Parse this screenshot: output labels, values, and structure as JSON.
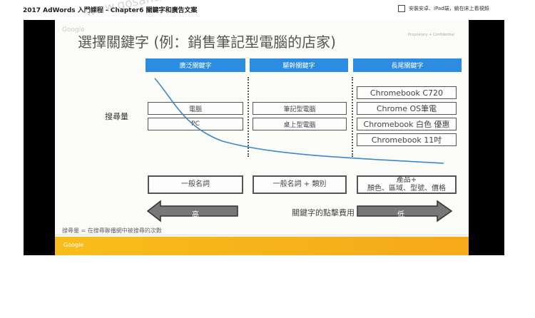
{
  "page": {
    "title": "2017 AdWords 入門課程 - Chapter6 關鍵字和廣告文案",
    "watermark": "www.gosantidea.cn",
    "audio_toggle_label": "安裝安卓、iPad端，躺在床上看視頻"
  },
  "slide": {
    "title": "選擇關鍵字 (例：銷售筆記型電腦的店家)",
    "brand_top": "Google",
    "conf_label": "Proprietary + Confidential",
    "columns": [
      {
        "header": "廣泛關鍵字"
      },
      {
        "header": "驅幹關鍵字"
      },
      {
        "header": "長尾關鍵字"
      }
    ],
    "row_label": "搜尋量",
    "broad_keywords": [
      "電腦",
      "PC"
    ],
    "mid_keywords": [
      "筆記型電腦",
      "桌上型電腦"
    ],
    "longtail_keywords": [
      "Chromebook C720",
      "Chrome OS筆電",
      "Chromebook 白色 優惠",
      "Chromebook 11吋"
    ],
    "bottom": {
      "broad": "一般名詞",
      "mid": "一般名詞 + 類別",
      "longtail_line1": "產品+",
      "longtail_line2": "顏色、區域、型號、價格"
    },
    "cost": {
      "label": "關鍵字的點擊費用",
      "high": "高",
      "low": "低"
    },
    "footnote": "搜尋量 = 在搜尋聯播網中被搜尋的次數",
    "footer_brand": "Google",
    "colors": {
      "header_blue": "#2c8ce2",
      "curve_blue": "#3d88c9",
      "arrow_gray": "#777777",
      "footer_yellow": "#f8bd1b"
    }
  }
}
